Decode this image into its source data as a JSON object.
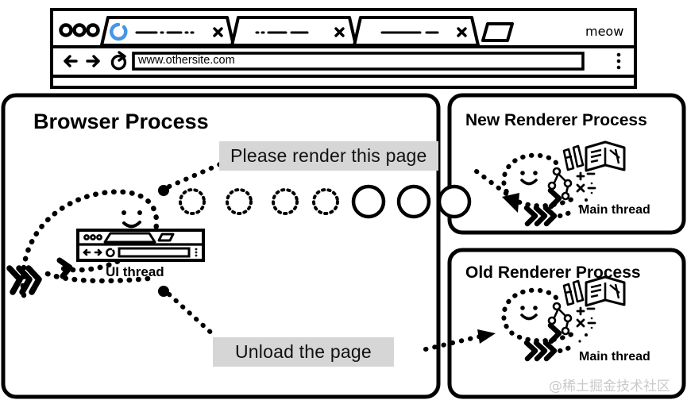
{
  "browser_window": {
    "brand_label": "meow",
    "window_controls": [
      "dot-1",
      "dot-2",
      "dot-3"
    ],
    "tabs": [
      {
        "title_placeholder": "—— · — ··",
        "active": true,
        "favicon": "loading-spinner-icon",
        "close_label": "×"
      },
      {
        "title_placeholder": "·· — ——",
        "active": false,
        "favicon": "none",
        "close_label": "×"
      },
      {
        "title_placeholder": "——— —",
        "active": false,
        "favicon": "none",
        "close_label": "×"
      }
    ],
    "new_tab_label": "+",
    "toolbar": {
      "back_icon": "back-arrow-icon",
      "forward_icon": "forward-arrow-icon",
      "reload_icon": "reload-icon",
      "menu_icon": "kebab-menu-icon",
      "address_value": "www.othersite.com"
    }
  },
  "panels": {
    "browser_process": {
      "title": "Browser Process",
      "thread_label": "UI thread",
      "thread_icon": "browser-window-icon",
      "face_icon": "smiley-face-icon"
    },
    "new_renderer": {
      "title": "New Renderer Process",
      "thread_label": "Main thread",
      "face_icon": "smiley-face-icon",
      "work_icons": [
        "book-icon",
        "pencils-icon",
        "dom-tree-icon",
        "math-symbols-icon",
        "function-icon"
      ]
    },
    "old_renderer": {
      "title": "Old Renderer Process",
      "thread_label": "Main thread",
      "face_icon": "smiley-face-icon",
      "work_icons": [
        "book-icon",
        "pencils-icon",
        "dom-tree-icon",
        "math-symbols-icon",
        "function-icon"
      ]
    }
  },
  "messages": {
    "render_request": "Please render this page",
    "unload_request": "Unload the page"
  },
  "ipc_dots": {
    "hollow_dotted_count": 4,
    "solid_circle_count": 3
  },
  "watermark": "@稀土掘金技术社区",
  "colors": {
    "stroke": "#000000",
    "label_bg": "#d6d6d6",
    "spinner_blue": "#4596e6",
    "watermark": "#c9c9c9"
  }
}
